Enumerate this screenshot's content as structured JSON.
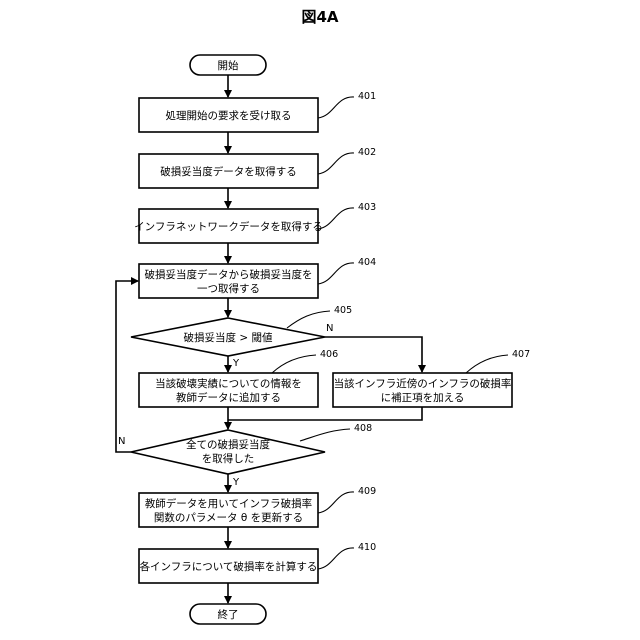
{
  "figure": {
    "title": "図4A"
  },
  "start": {
    "label": "開始"
  },
  "end": {
    "label": "終了"
  },
  "steps": {
    "s401": {
      "lines": [
        "処理開始の要求を受け取る"
      ],
      "ref": "401"
    },
    "s402": {
      "lines": [
        "破損妥当度データを取得する"
      ],
      "ref": "402"
    },
    "s403": {
      "lines": [
        "インフラネットワークデータを取得する"
      ],
      "ref": "403"
    },
    "s404": {
      "lines": [
        "破損妥当度データから破損妥当度を",
        "一つ取得する"
      ],
      "ref": "404"
    },
    "s405": {
      "lines": [
        "破損妥当度 > 閾値"
      ],
      "ref": "405",
      "yes": "Y",
      "no": "N"
    },
    "s406": {
      "lines": [
        "当該破壊実績についての情報を",
        "教師データに追加する"
      ],
      "ref": "406"
    },
    "s407": {
      "lines": [
        "当該インフラ近傍のインフラの破損率",
        "に補正項を加える"
      ],
      "ref": "407"
    },
    "s408": {
      "lines": [
        "全ての破損妥当度",
        "を取得した"
      ],
      "ref": "408",
      "yes": "Y",
      "no": "N"
    },
    "s409": {
      "lines": [
        "教師データを用いてインフラ破損率",
        "関数のパラメータ θ を更新する"
      ],
      "ref": "409"
    },
    "s410": {
      "lines": [
        "各インフラについて破損率を計算する"
      ],
      "ref": "410"
    }
  }
}
